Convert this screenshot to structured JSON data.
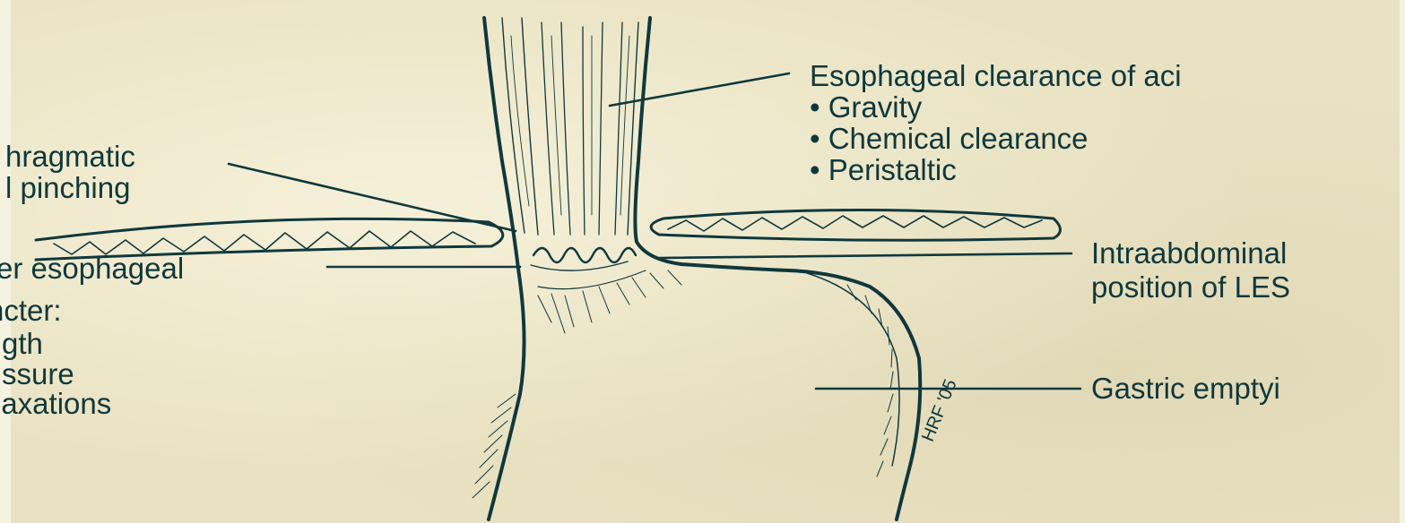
{
  "labels": {
    "clearance_title": "Esophageal clearance of aci",
    "clearance_items": [
      "• Gravity",
      "• Chemical clearance",
      "• Peristaltic"
    ],
    "crural_line1": "hragmatic",
    "crural_line2": "l pinching",
    "les_line1": "er esophageal",
    "les_line2": "ncter:",
    "les_line3": "gth",
    "les_line4": "ssure",
    "les_line5": "laxations",
    "intraabdominal_line1": "Intraabdominal",
    "intraabdominal_line2": "position of LES",
    "gastric": "Gastric emptyi",
    "signature": "HRF '05"
  },
  "colors": {
    "ink": "#10383c",
    "paper": "#e9e2c2"
  }
}
